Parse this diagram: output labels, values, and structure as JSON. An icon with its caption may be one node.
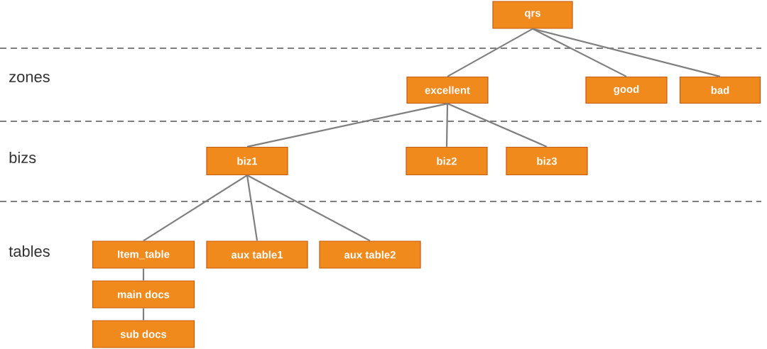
{
  "diagram": {
    "nodes": [
      {
        "text": [
          "qrs"
        ]
      },
      {
        "text": [
          "excellent"
        ]
      },
      {
        "text": [
          "good"
        ]
      },
      {
        "text": [
          "bad"
        ]
      },
      {
        "text": [
          "biz1"
        ]
      },
      {
        "text": [
          "biz2"
        ]
      },
      {
        "text": [
          "biz3"
        ]
      },
      {
        "text": [
          "Item_table"
        ]
      },
      {
        "text": [
          "aux table1"
        ]
      },
      {
        "text": [
          "aux table2"
        ]
      },
      {
        "text": [
          "main docs"
        ]
      },
      {
        "text": [
          "sub docs"
        ]
      }
    ],
    "edges": [
      {
        "from": 0,
        "to": 1,
        "arrow": "none"
      },
      {
        "from": 0,
        "to": 2,
        "arrow": "none"
      },
      {
        "from": 0,
        "to": 3,
        "arrow": "none"
      },
      {
        "from": 1,
        "to": 4,
        "arrow": "none"
      },
      {
        "from": 1,
        "to": 5,
        "arrow": "none"
      },
      {
        "from": 1,
        "to": 6,
        "arrow": "none"
      },
      {
        "from": 4,
        "to": 7,
        "arrow": "none"
      },
      {
        "from": 4,
        "to": 8,
        "arrow": "none"
      },
      {
        "from": 4,
        "to": 9,
        "arrow": "none"
      },
      {
        "from": 7,
        "to": 10,
        "arrow": "none"
      },
      {
        "from": 10,
        "to": 11,
        "arrow": "none"
      }
    ],
    "labels": [
      "zones",
      "bizs",
      "tables"
    ]
  }
}
